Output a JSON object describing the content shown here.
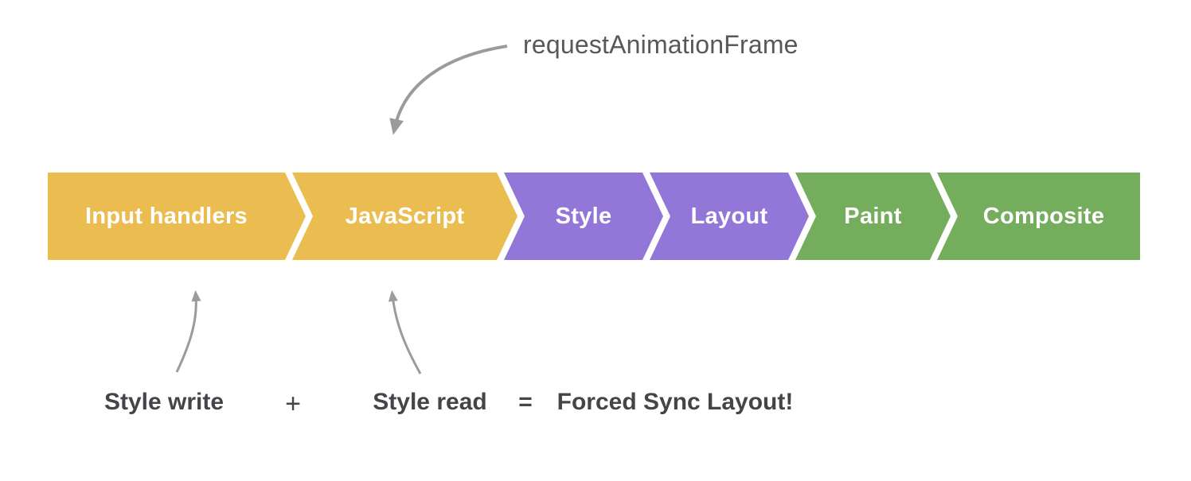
{
  "annotations": {
    "raf_label": "requestAnimationFrame"
  },
  "pipeline": {
    "segments": [
      {
        "id": "input-handlers",
        "label": "Input handlers",
        "color": "#EBBD50"
      },
      {
        "id": "javascript",
        "label": "JavaScript",
        "color": "#EBBD50"
      },
      {
        "id": "style",
        "label": "Style",
        "color": "#9377D8"
      },
      {
        "id": "layout",
        "label": "Layout",
        "color": "#9377D8"
      },
      {
        "id": "paint",
        "label": "Paint",
        "color": "#74AD5C"
      },
      {
        "id": "composite",
        "label": "Composite",
        "color": "#74AD5C"
      }
    ],
    "label_text_color": "#FFFFFF"
  },
  "equation": {
    "style_write": "Style write",
    "plus": "+",
    "style_read": "Style read",
    "equals": "=",
    "result": "Forced Sync Layout!"
  },
  "colors": {
    "arrow_gray": "#9B9B9B",
    "annotation_text": "#58585B",
    "equation_text": "#454549",
    "background": "#FFFFFF"
  }
}
